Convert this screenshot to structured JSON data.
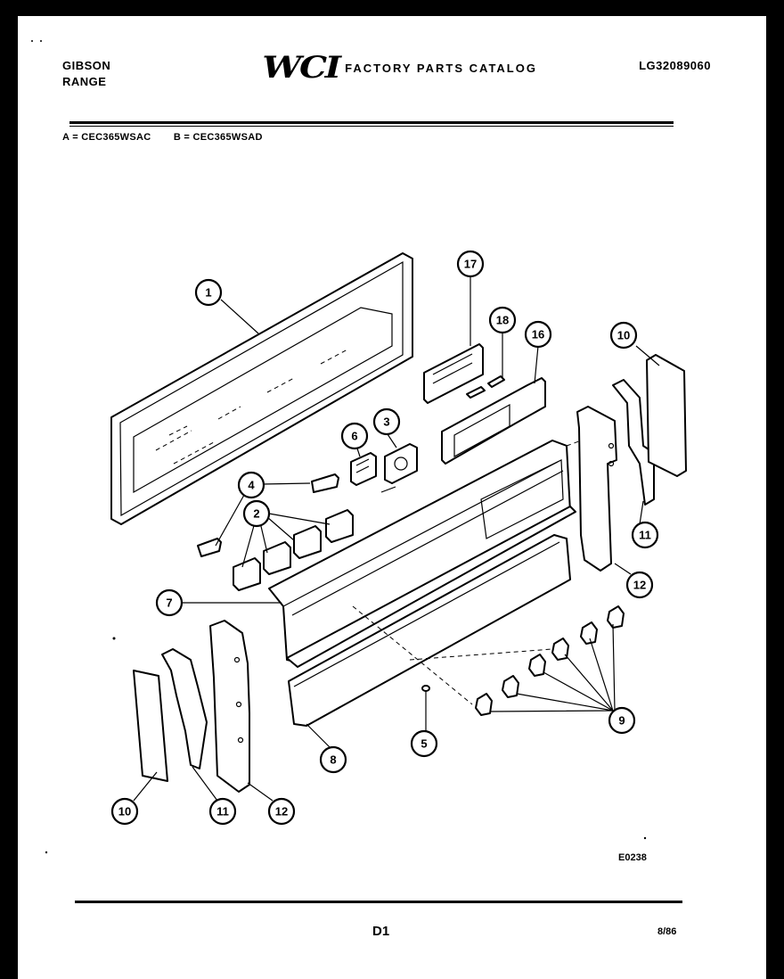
{
  "header": {
    "brand": "GIBSON",
    "product": "RANGE",
    "logo": "WCI",
    "catalog_title": "FACTORY PARTS CATALOG",
    "catalog_number": "LG32089060"
  },
  "models": {
    "a": "A = CEC365WSAC",
    "b": "B = CEC365WSAD"
  },
  "diagram": {
    "callouts": [
      "1",
      "2",
      "3",
      "4",
      "5",
      "6",
      "7",
      "8",
      "9",
      "10",
      "11",
      "12",
      "16",
      "17",
      "18"
    ],
    "code": "E0238"
  },
  "footer": {
    "page": "D1",
    "date": "8/86"
  }
}
